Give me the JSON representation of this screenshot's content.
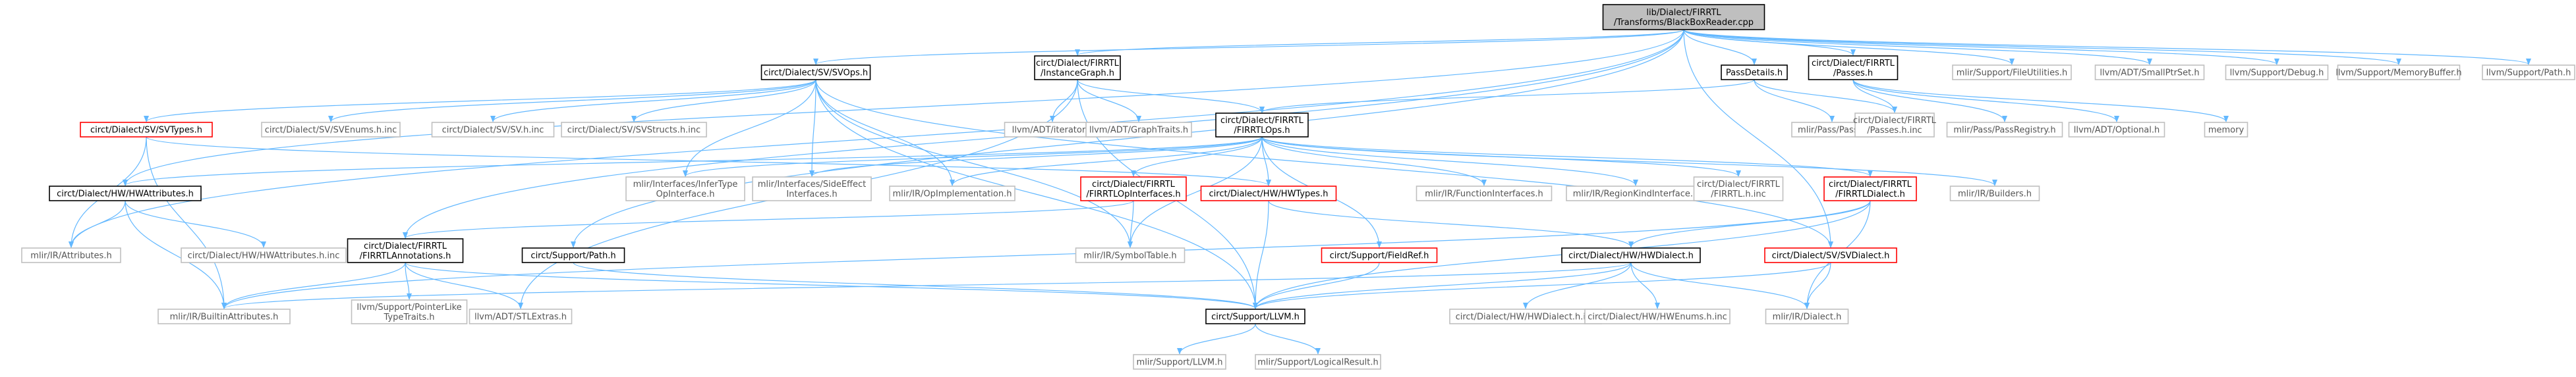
{
  "colors": {
    "edge": "#63b8ff",
    "arrowhead": "#63b8ff",
    "node_text": "#000000",
    "node_fill": "#ffffff",
    "root_fill": "#bfbfbf",
    "node_border_documented": "#000000",
    "node_border_undocumented": "#bfbfbf",
    "node_border_incomplete": "#ff0000",
    "node_text_undocumented": "#555555"
  },
  "nodes": [
    {
      "id": "root",
      "lines": [
        "lib/Dialect/FIRRTL",
        "/Transforms/BlackBoxReader.cpp"
      ],
      "style": "root"
    },
    {
      "id": "svops",
      "lines": [
        "circt/Dialect/SV/SVOps.h"
      ],
      "style": "doc"
    },
    {
      "id": "instgraph",
      "lines": [
        "circt/Dialect/FIRRTL",
        "/InstanceGraph.h"
      ],
      "style": "doc"
    },
    {
      "id": "passdetails",
      "lines": [
        "PassDetails.h"
      ],
      "style": "doc"
    },
    {
      "id": "passes",
      "lines": [
        "circt/Dialect/FIRRTL",
        "/Passes.h"
      ],
      "style": "doc"
    },
    {
      "id": "fileutil",
      "lines": [
        "mlir/Support/FileUtilities.h"
      ],
      "style": "ext"
    },
    {
      "id": "smallptrset",
      "lines": [
        "llvm/ADT/SmallPtrSet.h"
      ],
      "style": "ext"
    },
    {
      "id": "debug",
      "lines": [
        "llvm/Support/Debug.h"
      ],
      "style": "ext"
    },
    {
      "id": "membuf",
      "lines": [
        "llvm/Support/MemoryBuffer.h"
      ],
      "style": "ext"
    },
    {
      "id": "path",
      "lines": [
        "llvm/Support/Path.h"
      ],
      "style": "ext"
    },
    {
      "id": "svtypes",
      "lines": [
        "circt/Dialect/SV/SVTypes.h"
      ],
      "style": "red"
    },
    {
      "id": "svenums",
      "lines": [
        "circt/Dialect/SV/SVEnums.h.inc"
      ],
      "style": "ext"
    },
    {
      "id": "svinc",
      "lines": [
        "circt/Dialect/SV/SV.h.inc"
      ],
      "style": "ext"
    },
    {
      "id": "svstructs",
      "lines": [
        "circt/Dialect/SV/SVStructs.h.inc"
      ],
      "style": "ext"
    },
    {
      "id": "iterator",
      "lines": [
        "llvm/ADT/iterator.h"
      ],
      "style": "ext"
    },
    {
      "id": "graphtraits",
      "lines": [
        "llvm/ADT/GraphTraits.h"
      ],
      "style": "ext"
    },
    {
      "id": "firrtlops",
      "lines": [
        "circt/Dialect/FIRRTL",
        "/FIRRTLOps.h"
      ],
      "style": "doc"
    },
    {
      "id": "mlirpass",
      "lines": [
        "mlir/Pass/Pass.h"
      ],
      "style": "ext"
    },
    {
      "id": "passesinc",
      "lines": [
        "circt/Dialect/FIRRTL",
        "/Passes.h.inc"
      ],
      "style": "ext"
    },
    {
      "id": "passregistry",
      "lines": [
        "mlir/Pass/PassRegistry.h"
      ],
      "style": "ext"
    },
    {
      "id": "optional",
      "lines": [
        "llvm/ADT/Optional.h"
      ],
      "style": "ext"
    },
    {
      "id": "memory",
      "lines": [
        "memory"
      ],
      "style": "ext"
    },
    {
      "id": "hwattrs",
      "lines": [
        "circt/Dialect/HW/HWAttributes.h"
      ],
      "style": "doc"
    },
    {
      "id": "infertype",
      "lines": [
        "mlir/Interfaces/InferType",
        "OpInterface.h"
      ],
      "style": "ext"
    },
    {
      "id": "sideeffect",
      "lines": [
        "mlir/Interfaces/SideEffect",
        "Interfaces.h"
      ],
      "style": "ext"
    },
    {
      "id": "opimpl",
      "lines": [
        "mlir/IR/OpImplementation.h"
      ],
      "style": "ext"
    },
    {
      "id": "firrtlopiface",
      "lines": [
        "circt/Dialect/FIRRTL",
        "/FIRRTLOpInterfaces.h"
      ],
      "style": "red"
    },
    {
      "id": "hwtypes",
      "lines": [
        "circt/Dialect/HW/HWTypes.h"
      ],
      "style": "red"
    },
    {
      "id": "funciface",
      "lines": [
        "mlir/IR/FunctionInterfaces.h"
      ],
      "style": "ext"
    },
    {
      "id": "regionkind",
      "lines": [
        "mlir/IR/RegionKindInterface.h"
      ],
      "style": "ext"
    },
    {
      "id": "firrtlhinc",
      "lines": [
        "circt/Dialect/FIRRTL",
        "/FIRRTL.h.inc"
      ],
      "style": "ext"
    },
    {
      "id": "firrtldialect",
      "lines": [
        "circt/Dialect/FIRRTL",
        "/FIRRTLDialect.h"
      ],
      "style": "red"
    },
    {
      "id": "builders",
      "lines": [
        "mlir/IR/Builders.h"
      ],
      "style": "ext"
    },
    {
      "id": "attributes",
      "lines": [
        "mlir/IR/Attributes.h"
      ],
      "style": "ext"
    },
    {
      "id": "hwattrsinc",
      "lines": [
        "circt/Dialect/HW/HWAttributes.h.inc"
      ],
      "style": "ext"
    },
    {
      "id": "firrtlannos",
      "lines": [
        "circt/Dialect/FIRRTL",
        "/FIRRTLAnnotations.h"
      ],
      "style": "doc"
    },
    {
      "id": "supportpath",
      "lines": [
        "circt/Support/Path.h"
      ],
      "style": "doc"
    },
    {
      "id": "symboltable",
      "lines": [
        "mlir/IR/SymbolTable.h"
      ],
      "style": "ext"
    },
    {
      "id": "fieldref",
      "lines": [
        "circt/Support/FieldRef.h"
      ],
      "style": "red"
    },
    {
      "id": "hwdialect",
      "lines": [
        "circt/Dialect/HW/HWDialect.h"
      ],
      "style": "doc"
    },
    {
      "id": "svdialect",
      "lines": [
        "circt/Dialect/SV/SVDialect.h"
      ],
      "style": "red"
    },
    {
      "id": "builtinattrs",
      "lines": [
        "mlir/IR/BuiltinAttributes.h"
      ],
      "style": "ext"
    },
    {
      "id": "pointerlike",
      "lines": [
        "llvm/Support/PointerLike",
        "TypeTraits.h"
      ],
      "style": "ext"
    },
    {
      "id": "stlextras",
      "lines": [
        "llvm/ADT/STLExtras.h"
      ],
      "style": "ext"
    },
    {
      "id": "llvmh",
      "lines": [
        "circt/Support/LLVM.h"
      ],
      "style": "doc"
    },
    {
      "id": "hwdialectinc",
      "lines": [
        "circt/Dialect/HW/HWDialect.h.inc"
      ],
      "style": "ext"
    },
    {
      "id": "hwenumsinc",
      "lines": [
        "circt/Dialect/HW/HWEnums.h.inc"
      ],
      "style": "ext"
    },
    {
      "id": "mlirdialect",
      "lines": [
        "mlir/IR/Dialect.h"
      ],
      "style": "ext"
    },
    {
      "id": "mlirllvm",
      "lines": [
        "mlir/Support/LLVM.h"
      ],
      "style": "ext"
    },
    {
      "id": "logicalresult",
      "lines": [
        "mlir/Support/LogicalResult.h"
      ],
      "style": "ext"
    }
  ],
  "edges": [
    [
      "root",
      "svops"
    ],
    [
      "root",
      "instgraph"
    ],
    [
      "root",
      "passdetails"
    ],
    [
      "root",
      "passes"
    ],
    [
      "root",
      "fileutil"
    ],
    [
      "root",
      "smallptrset"
    ],
    [
      "root",
      "debug"
    ],
    [
      "root",
      "membuf"
    ],
    [
      "root",
      "path"
    ],
    [
      "root",
      "hwattrs"
    ],
    [
      "root",
      "attributes"
    ],
    [
      "root",
      "firrtlannos"
    ],
    [
      "root",
      "supportpath"
    ],
    [
      "root",
      "svdialect"
    ],
    [
      "svops",
      "svtypes"
    ],
    [
      "svops",
      "svenums"
    ],
    [
      "svops",
      "svinc"
    ],
    [
      "svops",
      "svstructs"
    ],
    [
      "svops",
      "infertype"
    ],
    [
      "svops",
      "sideeffect"
    ],
    [
      "svops",
      "opimpl"
    ],
    [
      "svops",
      "symboltable"
    ],
    [
      "svops",
      "svdialect"
    ],
    [
      "svops",
      "llvmh"
    ],
    [
      "instgraph",
      "iterator"
    ],
    [
      "instgraph",
      "graphtraits"
    ],
    [
      "instgraph",
      "firrtlops"
    ],
    [
      "instgraph",
      "llvmh"
    ],
    [
      "instgraph",
      "stlextras"
    ],
    [
      "passdetails",
      "firrtlops"
    ],
    [
      "passdetails",
      "mlirpass"
    ],
    [
      "passdetails",
      "passesinc"
    ],
    [
      "passes",
      "passesinc"
    ],
    [
      "passes",
      "passregistry"
    ],
    [
      "passes",
      "optional"
    ],
    [
      "passes",
      "memory"
    ],
    [
      "firrtlops",
      "hwattrs"
    ],
    [
      "firrtlops",
      "infertype"
    ],
    [
      "firrtlops",
      "sideeffect"
    ],
    [
      "firrtlops",
      "opimpl"
    ],
    [
      "firrtlops",
      "firrtlopiface"
    ],
    [
      "firrtlops",
      "hwtypes"
    ],
    [
      "firrtlops",
      "funciface"
    ],
    [
      "firrtlops",
      "regionkind"
    ],
    [
      "firrtlops",
      "firrtlhinc"
    ],
    [
      "firrtlops",
      "firrtldialect"
    ],
    [
      "firrtlops",
      "builders"
    ],
    [
      "firrtlops",
      "symboltable"
    ],
    [
      "firrtlops",
      "fieldref"
    ],
    [
      "svtypes",
      "hwtypes"
    ],
    [
      "svtypes",
      "attributes"
    ],
    [
      "svtypes",
      "builtinattrs"
    ],
    [
      "hwattrs",
      "attributes"
    ],
    [
      "hwattrs",
      "hwattrsinc"
    ],
    [
      "hwattrs",
      "builtinattrs"
    ],
    [
      "firrtlopiface",
      "firrtlannos"
    ],
    [
      "firrtlopiface",
      "symboltable"
    ],
    [
      "hwtypes",
      "hwdialect"
    ],
    [
      "hwtypes",
      "llvmh"
    ],
    [
      "firrtldialect",
      "hwdialect"
    ],
    [
      "firrtldialect",
      "mlirdialect"
    ],
    [
      "firrtldialect",
      "llvmh"
    ],
    [
      "firrtldialect",
      "builtinattrs"
    ],
    [
      "firrtlannos",
      "builtinattrs"
    ],
    [
      "firrtlannos",
      "pointerlike"
    ],
    [
      "firrtlannos",
      "stlextras"
    ],
    [
      "firrtlannos",
      "llvmh"
    ],
    [
      "supportpath",
      "llvmh"
    ],
    [
      "fieldref",
      "llvmh"
    ],
    [
      "hwdialect",
      "hwdialectinc"
    ],
    [
      "hwdialect",
      "hwenumsinc"
    ],
    [
      "hwdialect",
      "mlirdialect"
    ],
    [
      "hwdialect",
      "llvmh"
    ],
    [
      "hwdialect",
      "builtinattrs"
    ],
    [
      "svdialect",
      "llvmh"
    ],
    [
      "svdialect",
      "mlirdialect"
    ],
    [
      "llvmh",
      "mlirllvm"
    ],
    [
      "llvmh",
      "logicalresult"
    ]
  ]
}
